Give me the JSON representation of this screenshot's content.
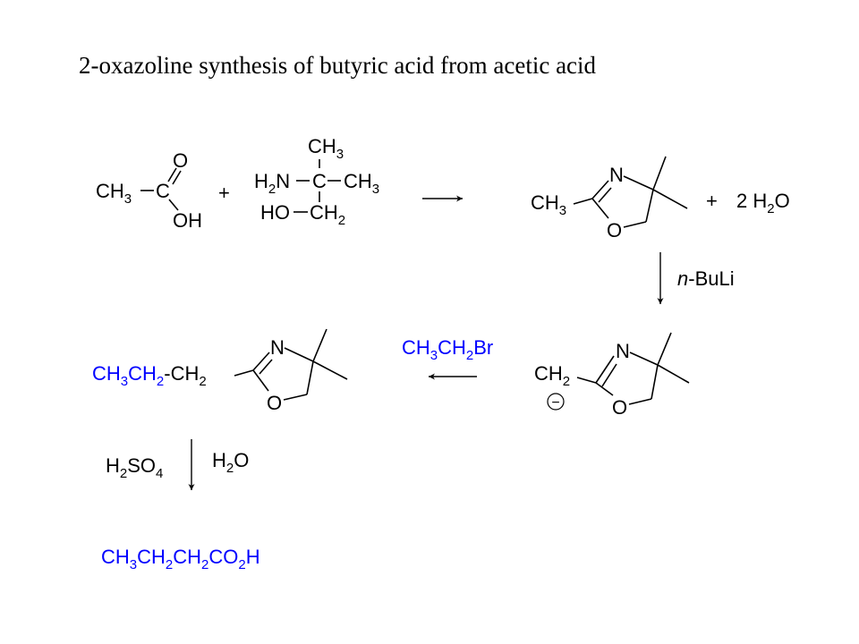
{
  "title": "2-oxazoline synthesis of butyric acid from acetic acid",
  "colors": {
    "text": "#000000",
    "highlight": "#0000ff",
    "background": "#ffffff"
  },
  "reaction": {
    "acetic_acid": {
      "ch3": "CH",
      "ch3_sub": "3",
      "c": "C",
      "o": "O",
      "oh": "OH"
    },
    "plus": "+",
    "amino_alcohol": {
      "ch3_top": "CH",
      "ch3_top_sub": "3",
      "h2n_h": "H",
      "h2n_sub": "2",
      "h2n_n": "N",
      "c": "C",
      "ch3_right": "CH",
      "ch3_right_sub": "3",
      "ho": "HO",
      "ch2": "CH",
      "ch2_sub": "2"
    },
    "oxazoline": {
      "ch3": "CH",
      "ch3_sub": "3",
      "n": "N",
      "o": "O"
    },
    "plus2": "+",
    "water_product": {
      "coef": "2 H",
      "sub": "2",
      "o": "O"
    },
    "nbuli": {
      "n": "n",
      "rest": "-BuLi"
    },
    "anion": {
      "ch2": "CH",
      "ch2_sub": "2",
      "charge": "−",
      "n": "N",
      "o": "O"
    },
    "alkyl_bromide": {
      "a": "CH",
      "a_sub": "3",
      "b": "CH",
      "b_sub": "2",
      "c": "Br"
    },
    "alkylated": {
      "a": "CH",
      "a_sub": "3",
      "b": "CH",
      "b_sub": "2",
      "dash": "-",
      "c": "CH",
      "c_sub": "2",
      "n": "N",
      "o": "O"
    },
    "hydrolysis": {
      "acid_h": "H",
      "acid_sub1": "2",
      "acid_so": "SO",
      "acid_sub2": "4",
      "water_h": "H",
      "water_sub": "2",
      "water_o": "O"
    },
    "butyric_acid": {
      "a": "CH",
      "a_sub": "3",
      "b": "CH",
      "b_sub": "2",
      "c": "CH",
      "c_sub": "2",
      "d": "CO",
      "d_sub": "2",
      "e": "H"
    }
  }
}
